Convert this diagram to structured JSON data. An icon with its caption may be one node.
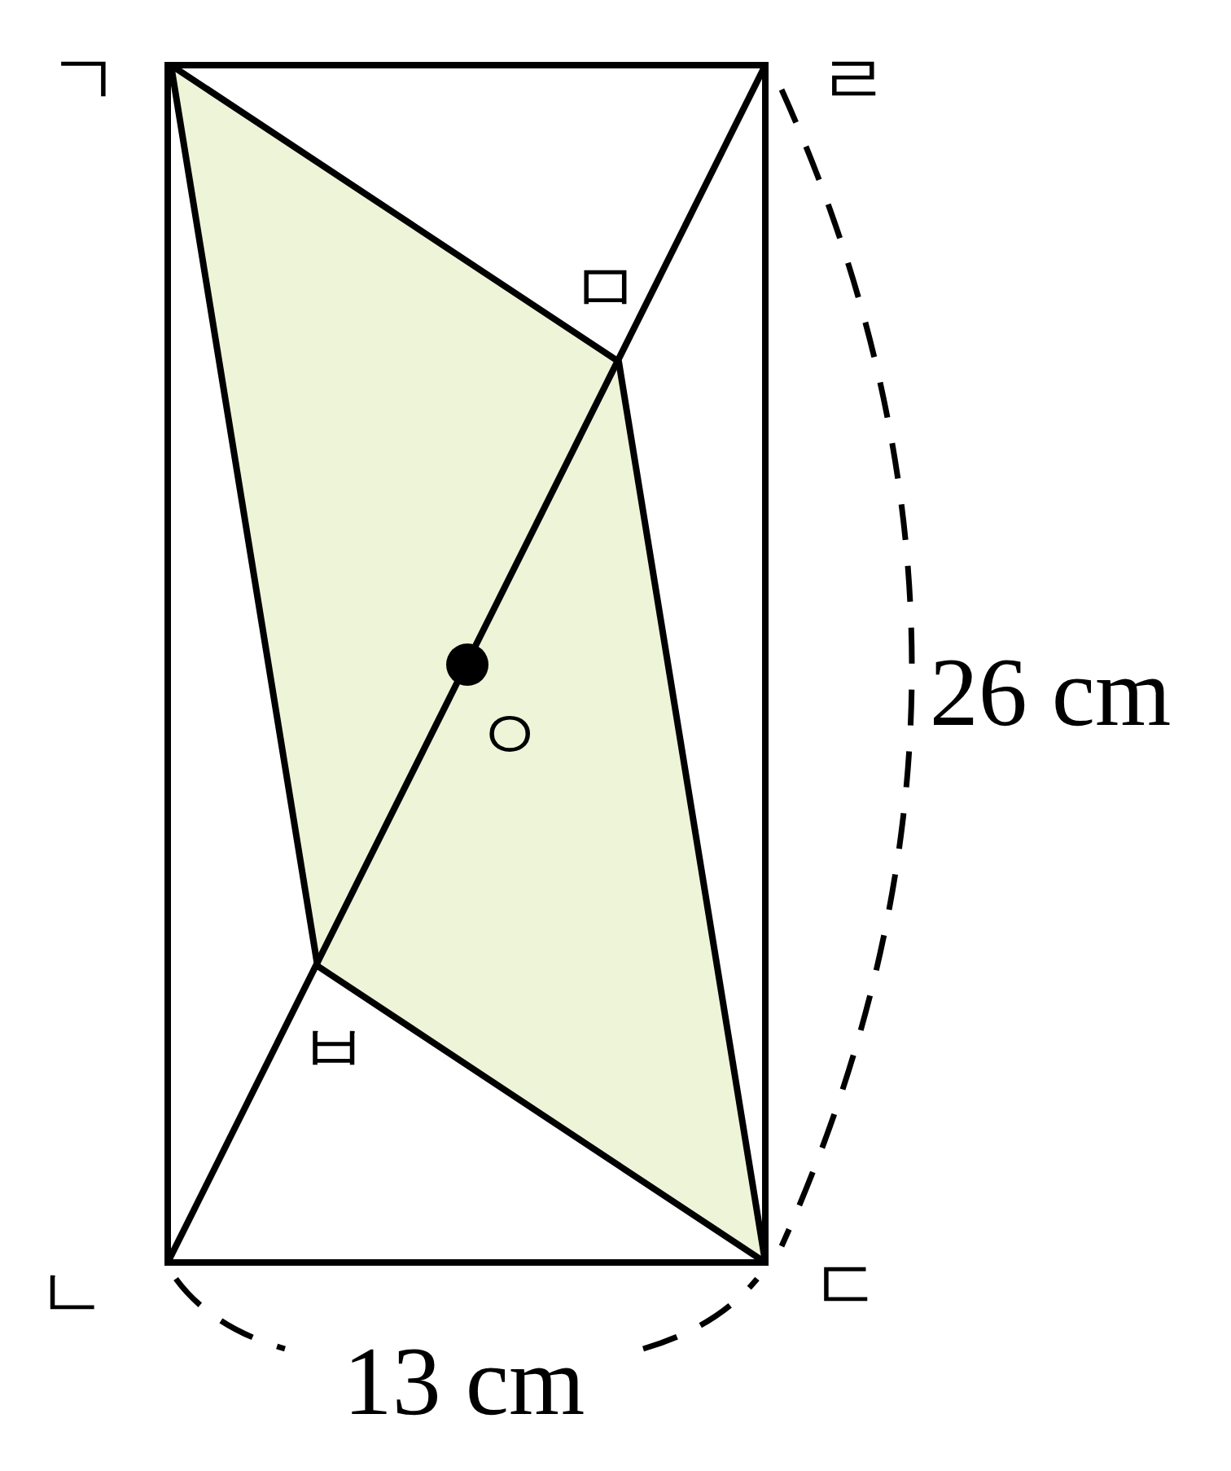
{
  "diagram": {
    "labels": [
      "ㄱ",
      "ㄹ",
      "ㅁ",
      "26 cm",
      "ㅇ",
      "ㅂ",
      "ㄴ",
      "ㄷ",
      "13 cm"
    ]
  }
}
